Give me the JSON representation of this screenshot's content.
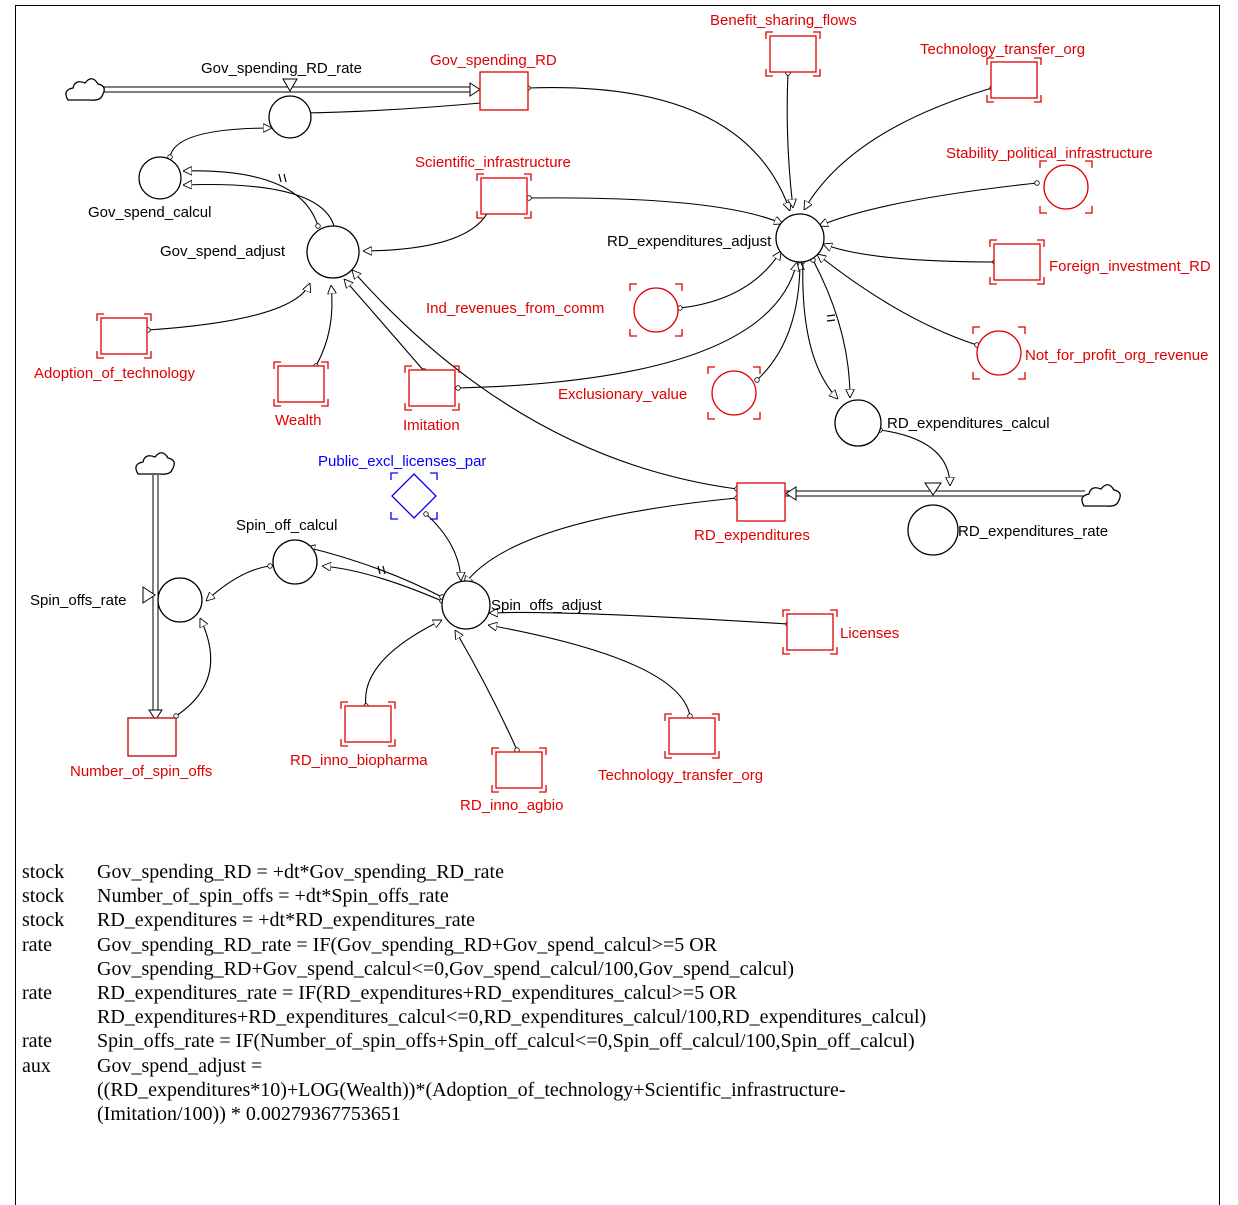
{
  "nodes": {
    "gov_spending_rd_rate": "Gov_spending_RD_rate",
    "gov_spending_rd": "Gov_spending_RD",
    "benefit_sharing_flows": "Benefit_sharing_flows",
    "technology_transfer_org_top": "Technology_transfer_org",
    "stability_political_infrastructure": "Stability_political_infrastructure",
    "scientific_infrastructure": "Scientific_infrastructure",
    "gov_spend_calcul": "Gov_spend_calcul",
    "gov_spend_adjust": "Gov_spend_adjust",
    "rd_expenditures_adjust": "RD_expenditures_adjust",
    "foreign_investment_rd": "Foreign_investment_RD",
    "ind_revenues_from_comm": "Ind_revenues_from_comm",
    "not_for_profit_org_revenue": "Not_for_profit_org_revenue",
    "adoption_of_technology": "Adoption_of_technology",
    "wealth": "Wealth",
    "imitation": "Imitation",
    "exclusionary_value": "Exclusionary_value",
    "rd_expenditures_calcul": "RD_expenditures_calcul",
    "public_excl_licenses_par": "Public_excl_licenses_par",
    "rd_expenditures": "RD_expenditures",
    "rd_expenditures_rate": "RD_expenditures_rate",
    "spin_off_calcul": "Spin_off_calcul",
    "spin_offs_rate": "Spin_offs_rate",
    "spin_offs_adjust": "Spin_offs_adjust",
    "licenses": "Licenses",
    "number_of_spin_offs": "Number_of_spin_offs",
    "rd_inno_biopharma": "RD_inno_biopharma",
    "technology_transfer_org_bottom": "Technology_transfer_org",
    "rd_inno_agbio": "RD_inno_agbio"
  },
  "colors": {
    "exogenous": "#ff0000",
    "parameter": "#0000ff",
    "endogenous": "#000000"
  },
  "equations": [
    {
      "kind": "stock",
      "lines": [
        "Gov_spending_RD = +dt*Gov_spending_RD_rate"
      ]
    },
    {
      "kind": "stock",
      "lines": [
        "Number_of_spin_offs = +dt*Spin_offs_rate"
      ]
    },
    {
      "kind": "stock",
      "lines": [
        "RD_expenditures = +dt*RD_expenditures_rate"
      ]
    },
    {
      "kind": "rate",
      "lines": [
        "Gov_spending_RD_rate = IF(Gov_spending_RD+Gov_spend_calcul>=5 OR",
        "Gov_spending_RD+Gov_spend_calcul<=0,Gov_spend_calcul/100,Gov_spend_calcul)"
      ]
    },
    {
      "kind": "rate",
      "lines": [
        "RD_expenditures_rate = IF(RD_expenditures+RD_expenditures_calcul>=5 OR",
        "RD_expenditures+RD_expenditures_calcul<=0,RD_expenditures_calcul/100,RD_expenditures_calcul)"
      ]
    },
    {
      "kind": "rate",
      "lines": [
        "Spin_offs_rate = IF(Number_of_spin_offs+Spin_off_calcul<=0,Spin_off_calcul/100,Spin_off_calcul)"
      ]
    },
    {
      "kind": "aux",
      "lines": [
        "Gov_spend_adjust =",
        "((RD_expenditures*10)+LOG(Wealth))*(Adoption_of_technology+Scientific_infrastructure-",
        "(Imitation/100)) * 0.00279367753651"
      ]
    }
  ]
}
